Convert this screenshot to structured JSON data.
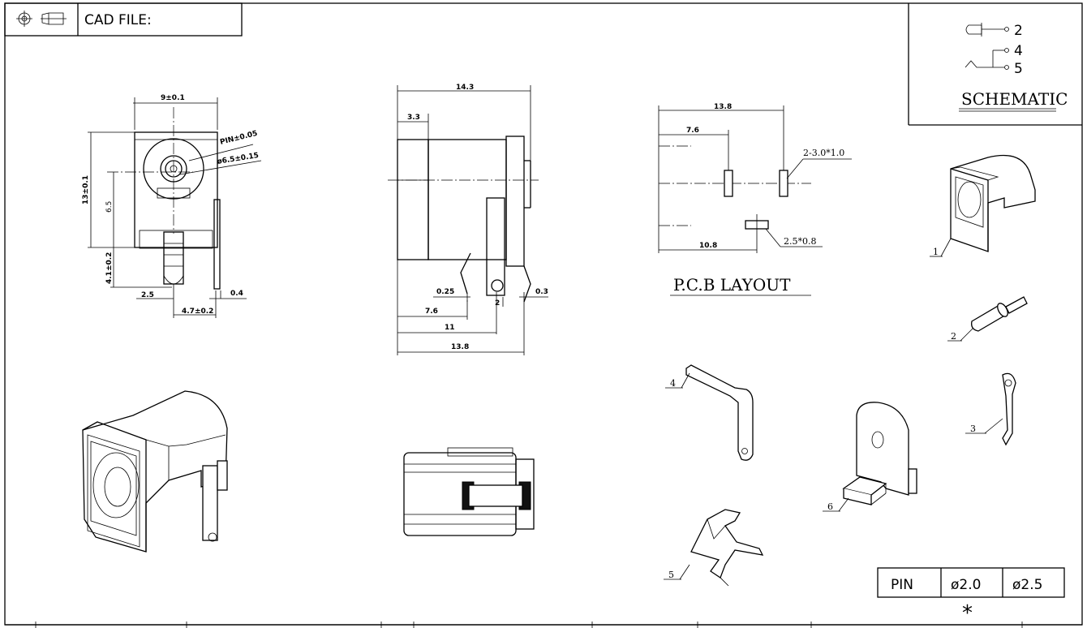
{
  "title_block": {
    "cad_file_label": "CAD FILE:"
  },
  "schematic": {
    "title": "SCHEMATIC",
    "pins": [
      "2",
      "4",
      "5"
    ]
  },
  "front_view": {
    "width_dim": "9±0.1",
    "pin_dim": "PIN±0.05",
    "bore_dim": "ø6.5±0.15",
    "height_dim": "13±0.1",
    "center_dim": "6.5",
    "pin_len_dim": "4.1±0.2",
    "offset_dim": "2.5",
    "thick_dim": "0.4",
    "pitch_dim": "4.7±0.2"
  },
  "side_view": {
    "overall_dim": "14.3",
    "front_dim": "3.3",
    "t1_dim": "0.25",
    "t2_dim": "2",
    "t3_dim": "0.3",
    "d1_dim": "7.6",
    "d2_dim": "11",
    "d3_dim": "13.8"
  },
  "pcb_layout": {
    "title": "P.C.B LAYOUT",
    "top_dim": "13.8",
    "mid_dim": "7.6",
    "bottom_dim": "10.8",
    "slot_a": "2-3.0*1.0",
    "slot_b": "2.5*0.8"
  },
  "parts": {
    "labels": [
      "1",
      "2",
      "3",
      "4",
      "5",
      "6"
    ]
  },
  "pin_table": {
    "headers": [
      "PIN",
      "ø2.0",
      "ø2.5"
    ],
    "mark": "*"
  }
}
